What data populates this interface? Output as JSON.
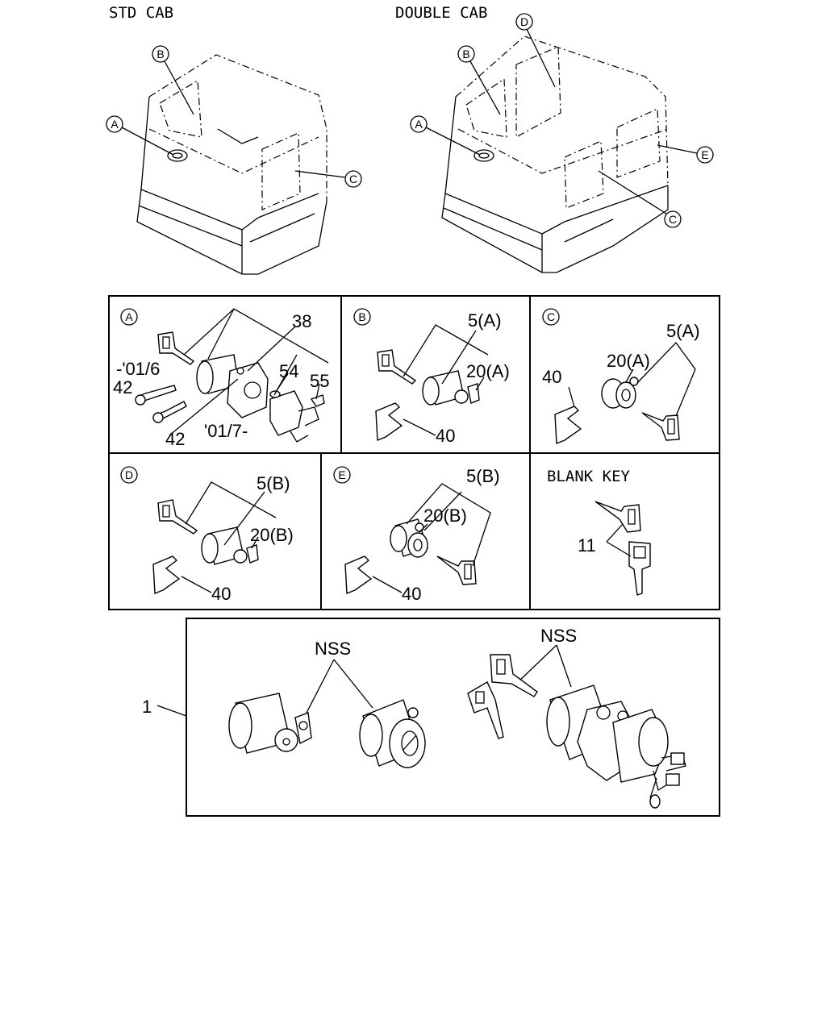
{
  "views": {
    "std_cab": "STD CAB",
    "double_cab": "DOUBLE CAB"
  },
  "callouts": {
    "a": "A",
    "b": "B",
    "c": "C",
    "d": "D",
    "e": "E"
  },
  "panel_a": {
    "p38": "38",
    "p01_6": "-'01/6",
    "p42_top": "42",
    "p54": "54",
    "p55": "55",
    "p42_bottom": "42",
    "p01_7": "'01/7-"
  },
  "panel_b": {
    "p5a": "5(A)",
    "p20a": "20(A)",
    "p40": "40"
  },
  "panel_c": {
    "p5a": "5(A)",
    "p20a": "20(A)",
    "p40": "40"
  },
  "panel_d": {
    "p5b": "5(B)",
    "p20b": "20(B)",
    "p40": "40"
  },
  "panel_e": {
    "p5b": "5(B)",
    "p20b": "20(B)",
    "p40": "40"
  },
  "panel_blank": {
    "title": "BLANK KEY",
    "p11": "11"
  },
  "assembly": {
    "p1": "1",
    "nss_left": "NSS",
    "nss_right": "NSS"
  }
}
